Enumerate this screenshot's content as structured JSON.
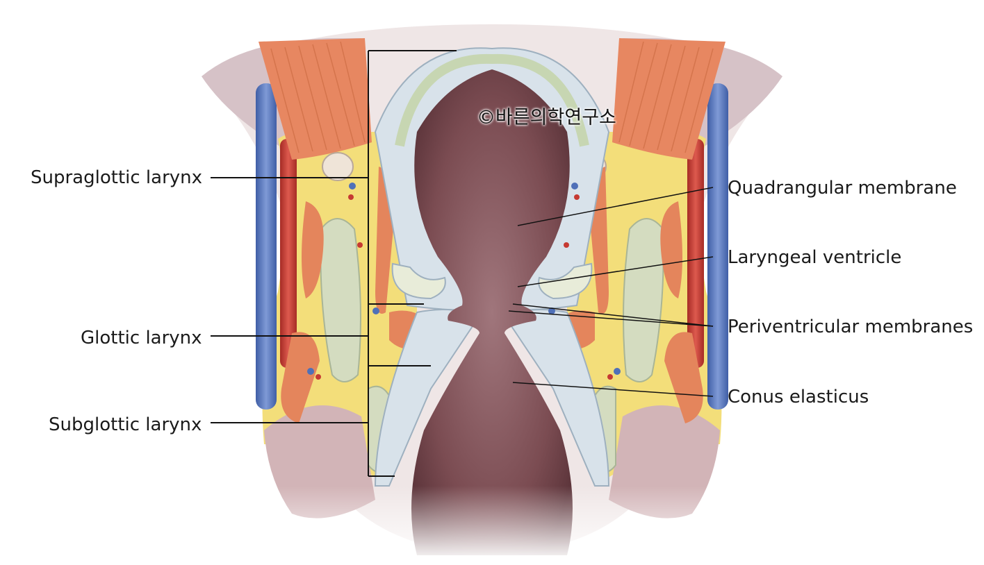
{
  "watermark": "©바른의학연구소",
  "labels": {
    "supraglottic": "Supraglottic larynx",
    "glottic": "Glottic larynx",
    "subglottic": "Subglottic larynx",
    "quadrangular": "Quadrangular membrane",
    "ventricle": "Laryngeal ventricle",
    "periventricular": "Periventricular membranes",
    "conus": "Conus elasticus"
  },
  "colors": {
    "fat": "#f3de7a",
    "muscle": "#e4855c",
    "cartilage": "#d4dcc0",
    "membrane": "#d8e2ea",
    "lumen": "#7e4f55",
    "artery": "#c63a32",
    "vein": "#4f70b8",
    "skin": "#d7c3c3"
  }
}
